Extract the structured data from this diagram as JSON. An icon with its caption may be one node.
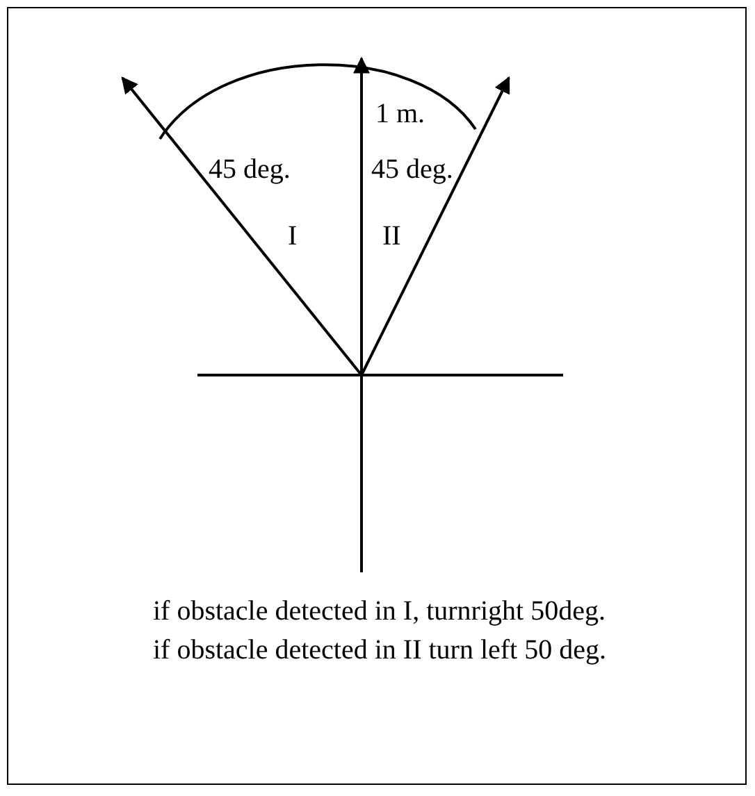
{
  "diagram": {
    "labels": [
      "1 m.",
      "45 deg.",
      "45 deg.",
      "I",
      "II",
      "if obstacle detected in I, turnright 50deg.",
      "if obstacle detected in II turn left 50 deg."
    ]
  }
}
